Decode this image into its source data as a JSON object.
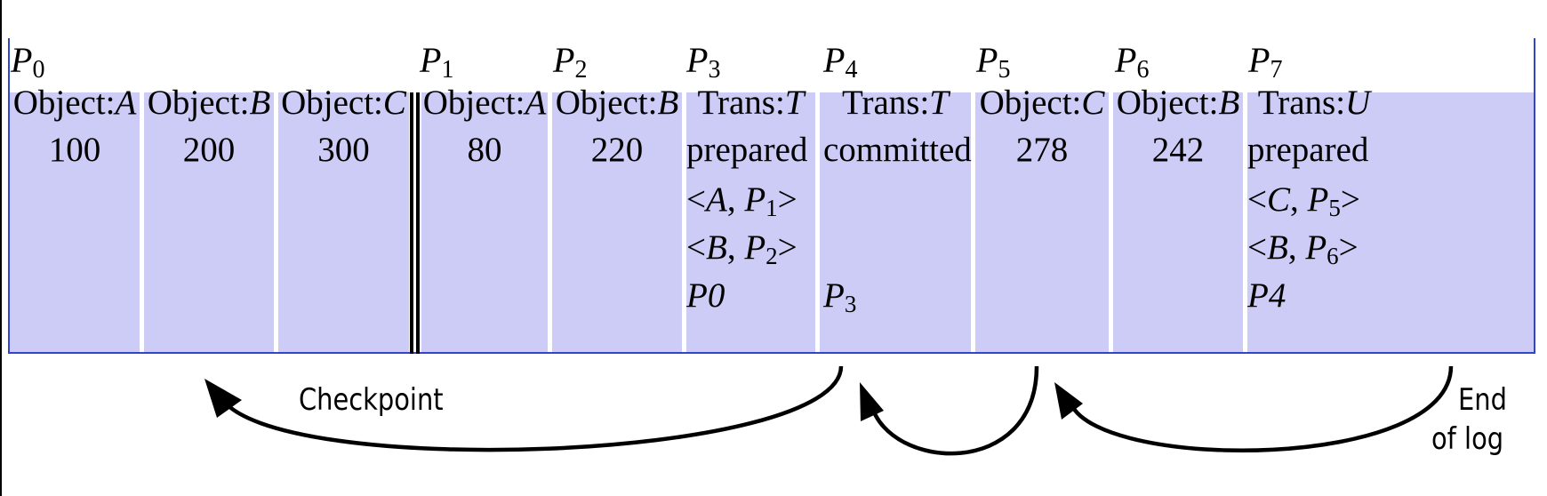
{
  "positions": [
    {
      "letter": "P",
      "sub": "0"
    },
    {
      "letter": "P",
      "sub": "1"
    },
    {
      "letter": "P",
      "sub": "2"
    },
    {
      "letter": "P",
      "sub": "3"
    },
    {
      "letter": "P",
      "sub": "4"
    },
    {
      "letter": "P",
      "sub": "5"
    },
    {
      "letter": "P",
      "sub": "6"
    },
    {
      "letter": "P",
      "sub": "7"
    }
  ],
  "entries": [
    {
      "kind": "Object:",
      "name": "A",
      "value": "100"
    },
    {
      "kind": "Object:",
      "name": "B",
      "value": "200"
    },
    {
      "kind": "Object:",
      "name": "C",
      "value": "300"
    },
    {
      "kind": "Object:",
      "name": "A",
      "value": "80"
    },
    {
      "kind": "Object:",
      "name": "B",
      "value": "220"
    },
    {
      "kind": "Trans:",
      "name": "T",
      "value": "prepared",
      "pairs": [
        {
          "obj": "A",
          "pos": "1"
        },
        {
          "obj": "B",
          "pos": "2"
        }
      ],
      "prev": {
        "letter": "P",
        "sub": "0"
      }
    },
    {
      "kind": "Trans:",
      "name": "T",
      "value": "committed",
      "prev": {
        "letter": "P",
        "sub": "3"
      }
    },
    {
      "kind": "Object:",
      "name": "C",
      "value": "278"
    },
    {
      "kind": "Object:",
      "name": "B",
      "value": "242"
    },
    {
      "kind": "Trans:",
      "name": "U",
      "value": "prepared",
      "pairs": [
        {
          "obj": "C",
          "pos": "5"
        },
        {
          "obj": "B",
          "pos": "6"
        }
      ],
      "prev": {
        "letter": "P",
        "sub": "4"
      }
    }
  ],
  "annotations": {
    "checkpoint": "Checkpoint",
    "end_line1": "End",
    "end_line2": "of log"
  },
  "colors": {
    "cell_fill": "#ccccf7",
    "frame": "#3344cc",
    "ink": "#000000"
  }
}
